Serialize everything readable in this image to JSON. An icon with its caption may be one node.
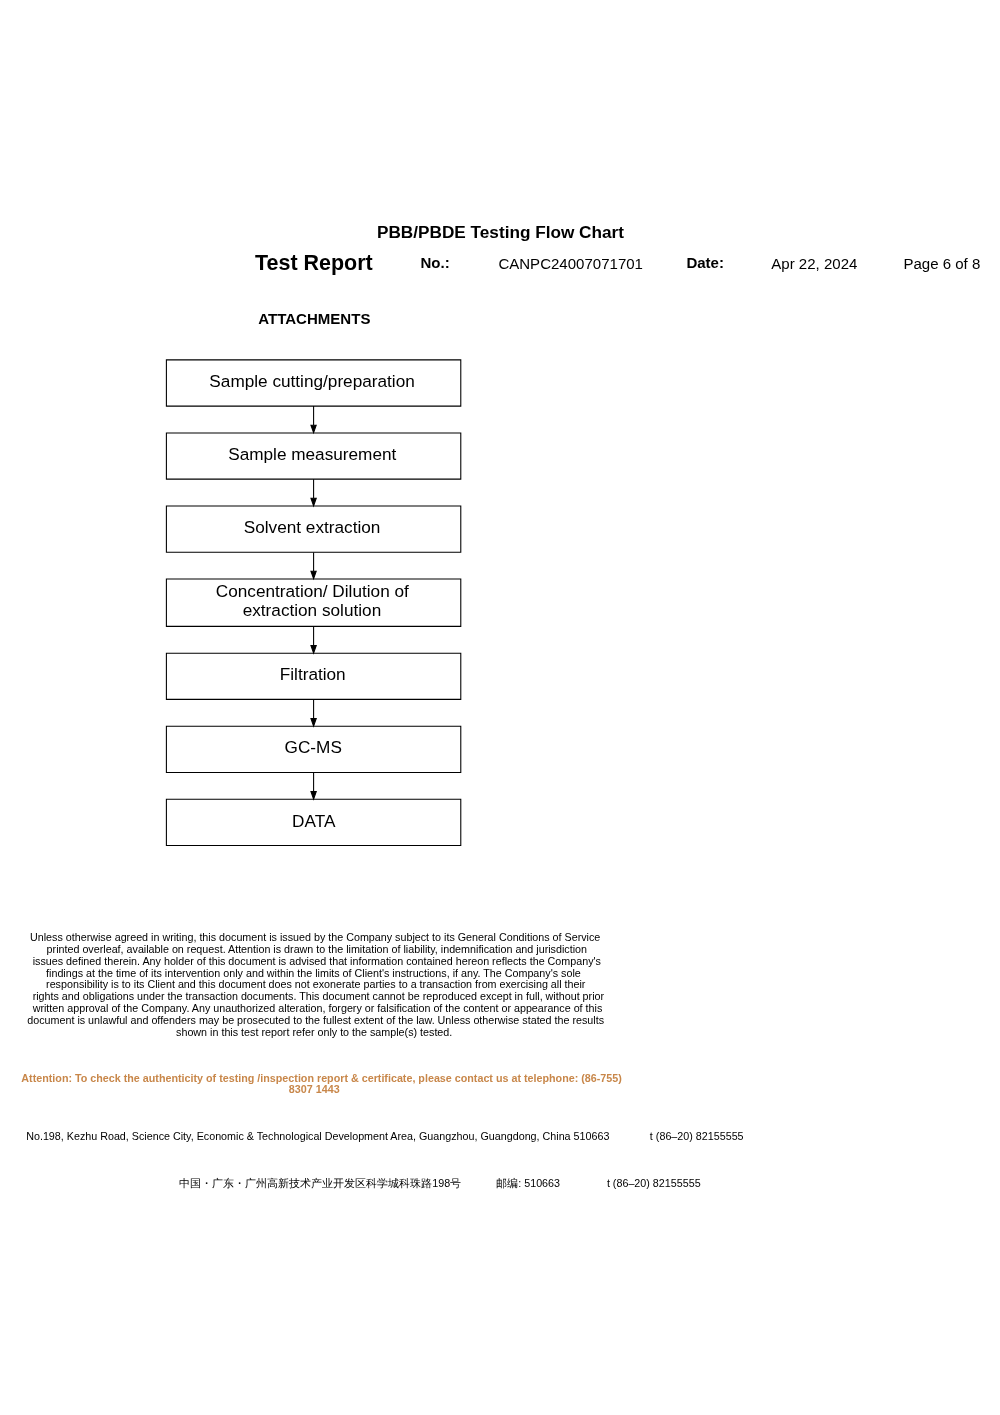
{
  "diagram": {
    "title": "PBB/PBDE Testing Flow Chart",
    "nodes": [
      {
        "text": [
          "Sample cutting/preparation"
        ]
      },
      {
        "text": [
          "Sample measurement"
        ]
      },
      {
        "text": [
          "Solvent extraction"
        ]
      },
      {
        "text": [
          "Concentration/ Dilution of extraction solution"
        ]
      },
      {
        "text": [
          "Filtration"
        ]
      },
      {
        "text": [
          "GC-MS"
        ]
      },
      {
        "text": [
          "DATA"
        ]
      }
    ],
    "edges": [
      {
        "from": 0,
        "to": 1,
        "arrow": "to"
      },
      {
        "from": 1,
        "to": 2,
        "arrow": "to"
      },
      {
        "from": 2,
        "to": 3,
        "arrow": "to"
      },
      {
        "from": 3,
        "to": 4,
        "arrow": "to"
      },
      {
        "from": 4,
        "to": 5,
        "arrow": "to"
      },
      {
        "from": 5,
        "to": 6,
        "arrow": "to"
      }
    ],
    "labels": [
      "Test Report",
      "ATTACHMENTS",
      "No.:",
      "CANPC24007071701",
      "Date:",
      "Apr 22, 2024",
      "Page 6 of 8",
      "Unless otherwise agreed in writing, this document is issued by the Company subject to its General Conditions of Service printed overleaf, available on request. Attention is drawn to the limitation of liability, indemnification and jurisdiction issues defined therein. Any holder of this document is advised that information contained hereon reflects the Company's findings at the time of its intervention only and within the limits of Client's instructions, if any. The Company's sole responsibility is to its Client and this document does not exonerate parties to a transaction from exercising all their rights and obligations under the transaction documents. This document cannot be reproduced except in full, without prior written approval of the Company. Any unauthorized alteration, forgery or falsification of the content or appearance of this document is unlawful and offenders may be prosecuted to the fullest extent of the law. Unless otherwise stated the results shown in this test report refer only to the sample(s) tested.",
      "Attention: To check the authenticity of testing /inspection report & certificate, please contact us at telephone: (86-755) 8307 1443",
      "No.198, Kezhu Road, Science City, Economic & Technological Development Area, Guangzhou, Guangdong, China 510663",
      "t (86–20) 82155555",
      "中国・广东・广州高新技术产业开发区科学城科珠路198号",
      "邮编: 510663",
      "t (86–20) 82155555"
    ]
  }
}
